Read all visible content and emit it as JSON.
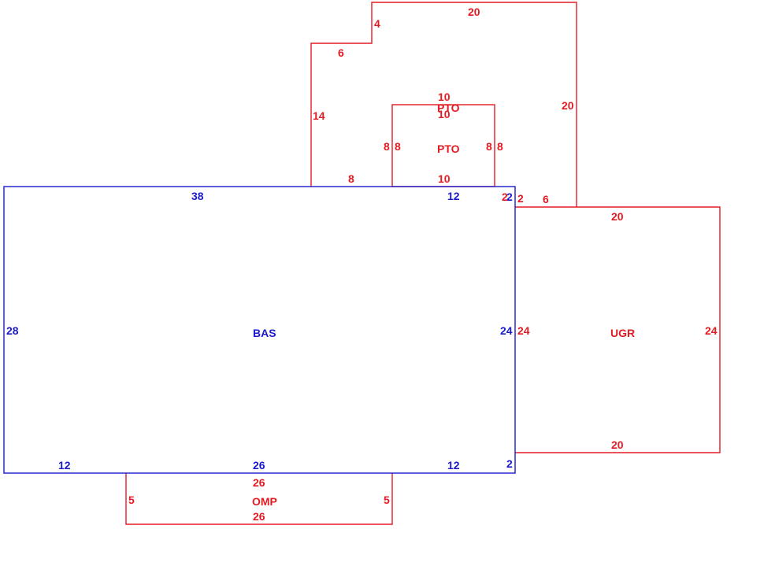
{
  "colors": {
    "main": "#1a1acc",
    "other": "#e31b23"
  },
  "areas": {
    "bas": "BAS",
    "ugr": "UGR",
    "omp": "OMP",
    "pto_inner": "PTO",
    "pto_outer": "PTO"
  },
  "dims": {
    "bas_top_left": "38",
    "bas_top_right": "12",
    "bas_left": "28",
    "bas_right": "24",
    "bas_bottom_a": "12",
    "bas_bottom_b": "26",
    "bas_bottom_c": "12",
    "bas_notch_top": "2",
    "bas_notch_bottom": "2",
    "ugr_top": "20",
    "ugr_bottom": "20",
    "ugr_left": "24",
    "ugr_right": "24",
    "ugr_notch_a": "2",
    "ugr_notch_b": "2",
    "outer_top": "20",
    "outer_right": "20",
    "outer_step_v": "4",
    "outer_step_h": "6",
    "outer_left": "14",
    "outer_bottom_left": "8",
    "outer_bottom_right": "6",
    "pto_top_outer": "10",
    "pto_top_inner": "10",
    "pto_left_outer": "8",
    "pto_left_inner": "8",
    "pto_right_inner": "8",
    "pto_right_outer": "8",
    "pto_bottom": "10",
    "omp_top": "26",
    "omp_bottom": "26",
    "omp_left": "5",
    "omp_right": "5"
  }
}
